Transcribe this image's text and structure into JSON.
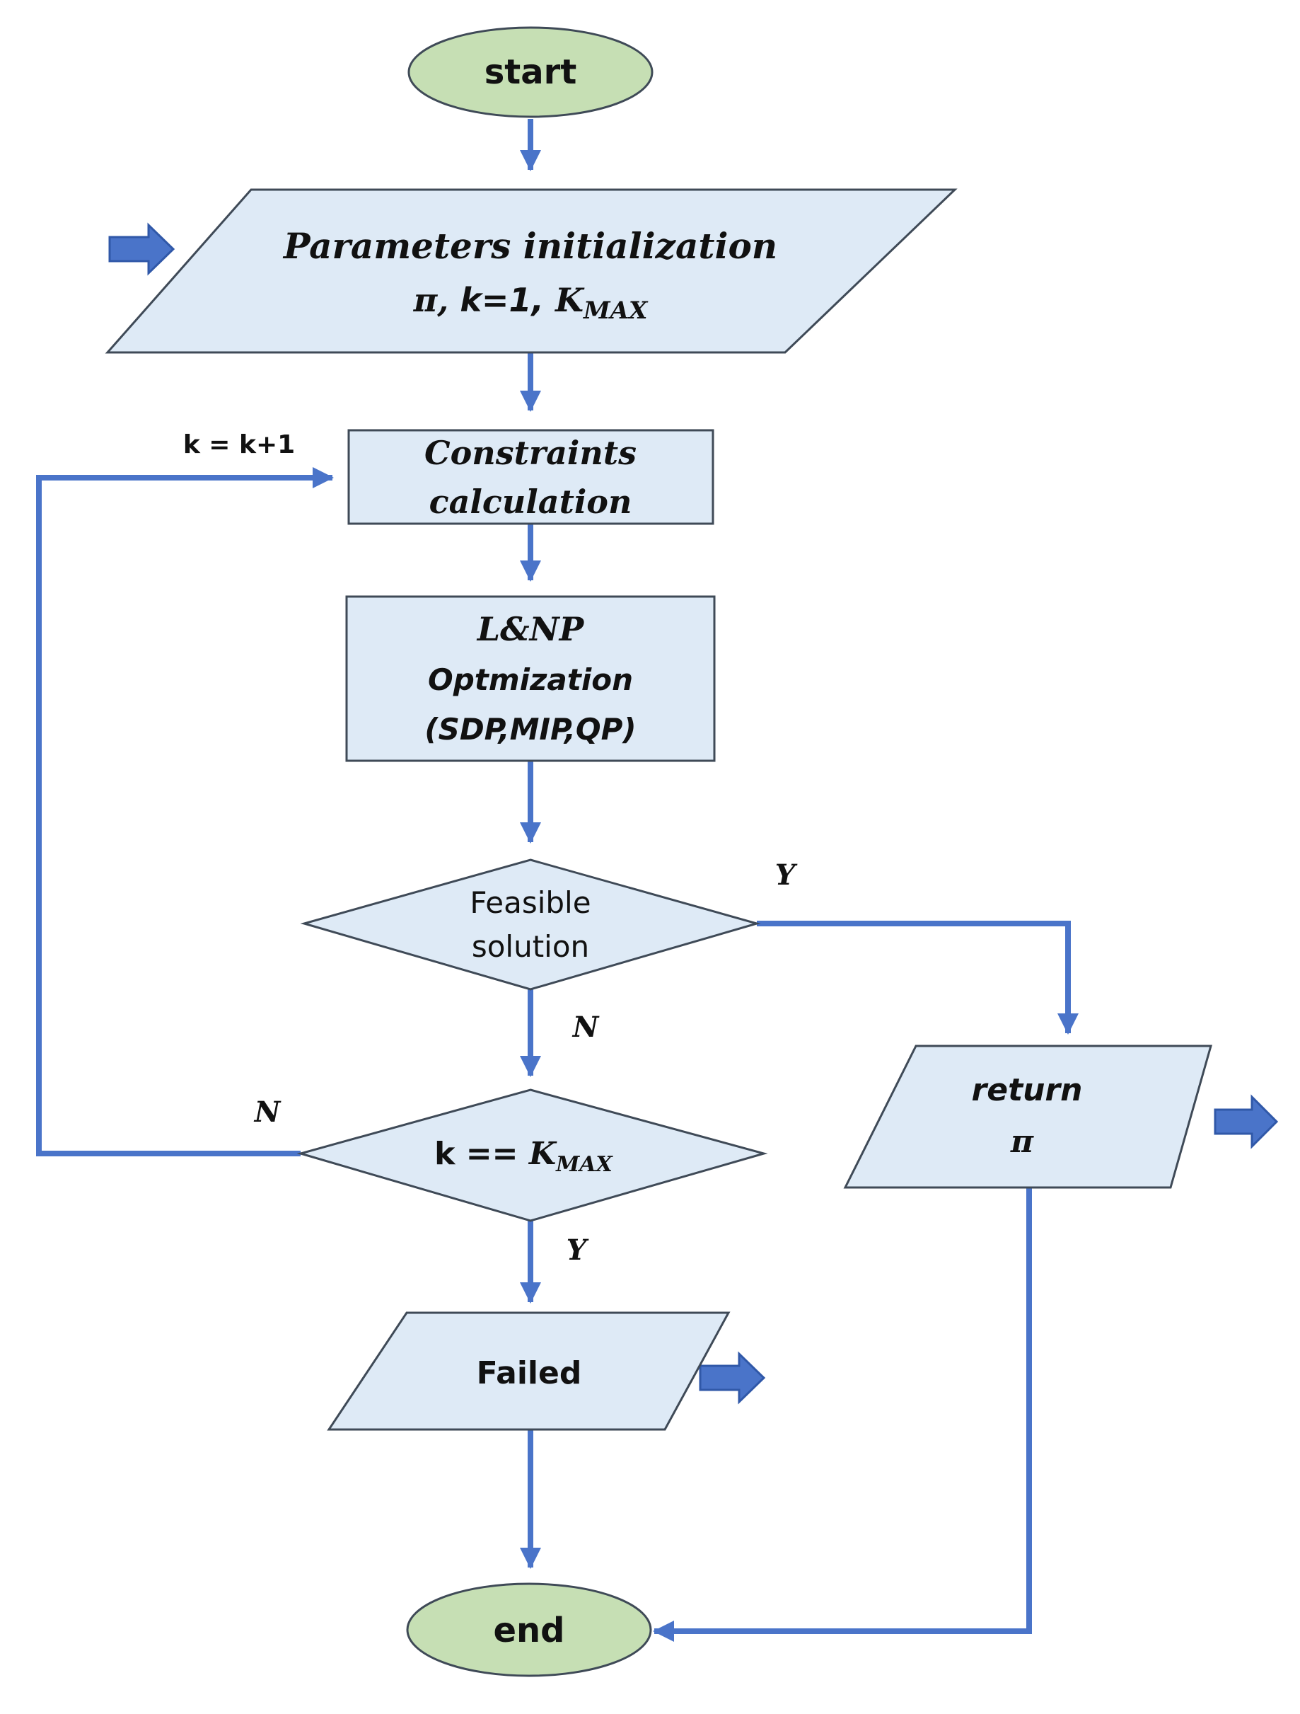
{
  "colors": {
    "terminator_fill": "#c6dfb4",
    "process_fill": "#deeaf6",
    "outline": "#3f4a57",
    "connector": "#4a74c9",
    "text": "#111111"
  },
  "nodes": {
    "start": "start",
    "params_line1": "Parameters initialization",
    "params_line2_pre": "π, ",
    "params_line2_k": "k=1, ",
    "params_line2_K": "K",
    "params_line2_sub": "MAX",
    "constraints_line1": "Constraints",
    "constraints_line2": "calculation",
    "opt_line1": "L&NP",
    "opt_line2": "Optmization",
    "opt_line3": "(SDP,MIP,QP)",
    "feasible_line1": "Feasible",
    "feasible_line2": "solution",
    "kcheck_pre": "k == ",
    "kcheck_K": "K",
    "kcheck_sub": "MAX",
    "return_line1": "return",
    "return_line2": "π",
    "failed": "Failed",
    "end": "end"
  },
  "labels": {
    "loop_increment": "k = k+1",
    "feasible_yes": "Y",
    "feasible_no": "N",
    "kcheck_no": "N",
    "kcheck_yes": "Y"
  },
  "icons": [
    "input-arrow-icon",
    "output-arrow-icon"
  ]
}
